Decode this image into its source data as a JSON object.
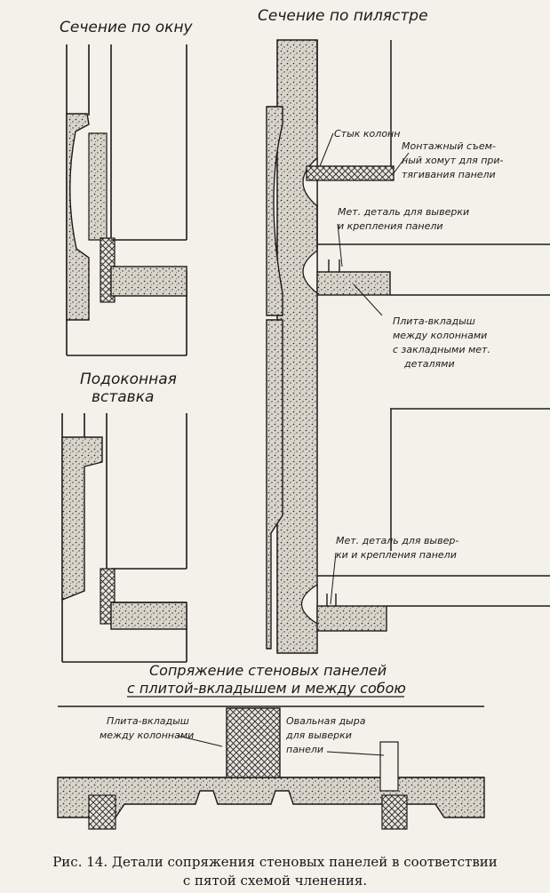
{
  "headings": {
    "window_section": "Сечение по окну",
    "pilaster_section": "Сечение по пилястре",
    "sill_insert_1": "Подоконная",
    "sill_insert_2": "вставка",
    "joint_1": "Сопряжение стеновых панелей",
    "joint_2": "с плитой-вкладышем и между собою"
  },
  "labels": {
    "column_joint": "Стык колонн",
    "clamp_1": "Монтажный съем-",
    "clamp_2": "ный хомут для при-",
    "clamp_3": "тягивания панели",
    "metal_top_1": "Мет. деталь для выверки",
    "metal_top_2": "и крепления панели",
    "slab_1": "Плита-вкладыш",
    "slab_2": "между колоннами",
    "slab_3": "с закладными мет.",
    "slab_4": "деталями",
    "metal_bottom_1": "Мет. деталь для вывер-",
    "metal_bottom_2": "ки и крепления панели",
    "bottom_slab_1": "Плита-вкладыш",
    "bottom_slab_2": "между колоннами",
    "oval_1": "Овальная дыра",
    "oval_2": "для выверки",
    "oval_3": "панели"
  },
  "caption": {
    "line1": "Рис. 14. Детали сопряжения стеновых панелей в соответствии",
    "line2": "с пятой схемой членения."
  }
}
